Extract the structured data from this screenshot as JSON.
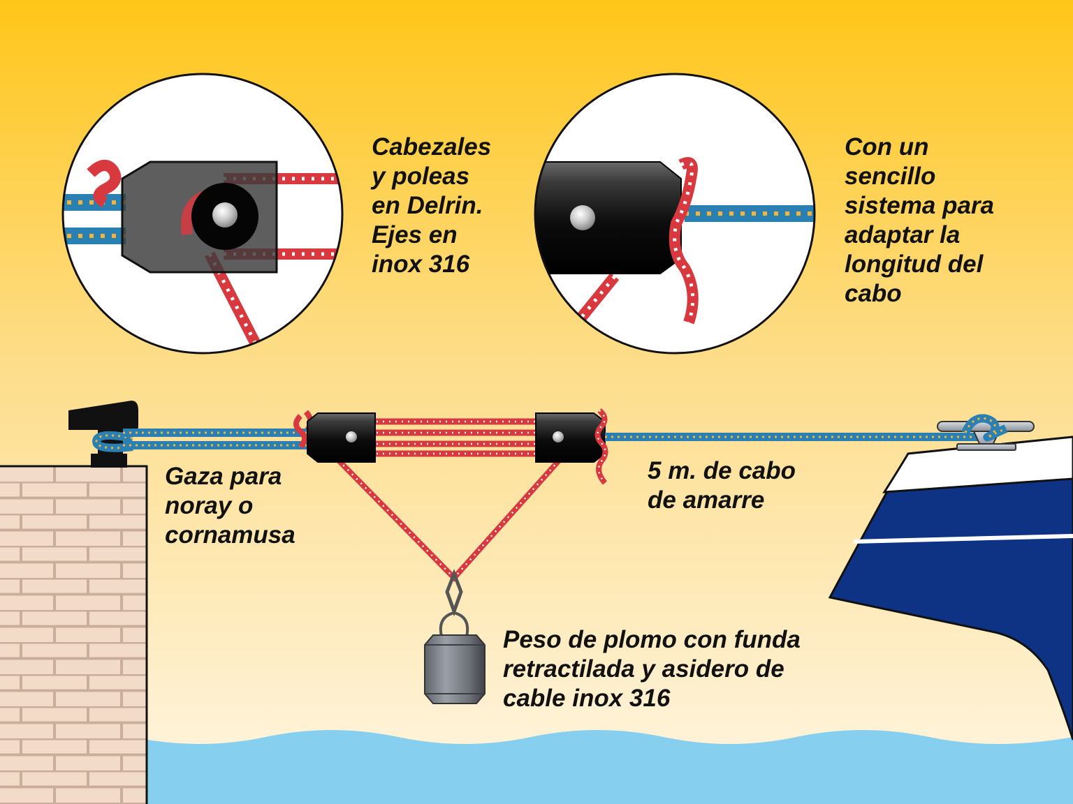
{
  "labels": {
    "delrin": [
      "Cabezales",
      "y poleas",
      "en Delrin.",
      "Ejes en",
      "inox 316"
    ],
    "adapt": [
      "Con un",
      "sencillo",
      "sistema para",
      "adaptar la",
      "longitud del",
      "cabo"
    ],
    "gaza": [
      "Gaza para",
      "noray o",
      "cornamusa"
    ],
    "cabo": [
      "5 m. de cabo",
      "de amarre"
    ],
    "peso": [
      "Peso de plomo con funda",
      "retractilada y asidero de",
      "cable inox 316"
    ]
  },
  "colors": {
    "sky_top": "#FFC619",
    "sky_bottom": "#FFF6E4",
    "water": "#86CFEE",
    "hull": "#0F3384",
    "rope_blue": "#2A7FB3",
    "rope_dots": "#F1B43C",
    "rope_red": "#D8393F",
    "wall": "#F2DCC9",
    "wall_lines": "#C8AE9B",
    "black_part": "#111111"
  }
}
